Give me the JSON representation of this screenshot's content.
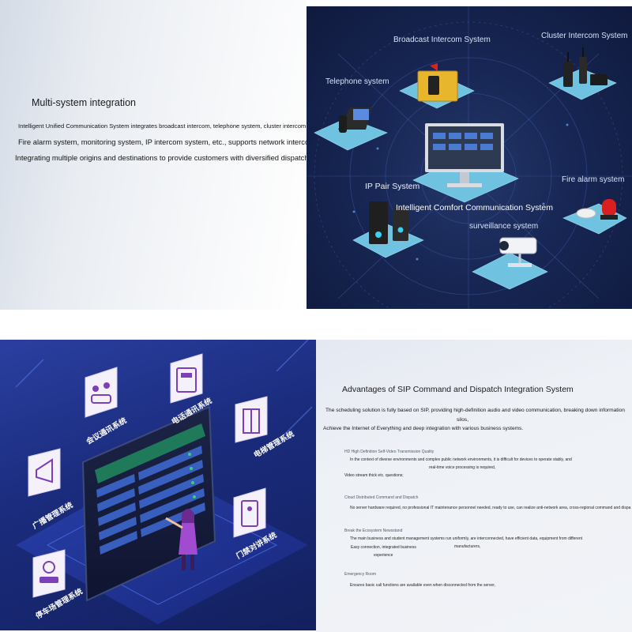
{
  "multi_system": {
    "title": "Multi-system integration",
    "line_1": "Intelligent Unified Communication System integrates broadcast intercom, telephone system, cluster intercom syste",
    "line_2": "Fire alarm system, monitoring system, IP intercom system, etc., supports network interconnection",
    "line_3": "Integrating multiple origins and destinations to provide customers with diversified dispatch services"
  },
  "diagram": {
    "labels": {
      "broadcast_intercom": "Broadcast Intercom System",
      "cluster_intercom": "Cluster Intercom System",
      "telephone": "Telephone system",
      "fire_alarm": "Fire alarm system",
      "ip_pair": "IP Pair System",
      "comfort_communication": "Intelligent Comfort Communication System",
      "surveillance": "surveillance system"
    },
    "colors": {
      "background": "#172654",
      "platform": "#6fc2e0",
      "line": "#3a5aa6"
    }
  },
  "iso_illustration": {
    "labels": {
      "meeting": "会议通讯系统",
      "phone": "电话通讯系统",
      "elevator": "电梯管理系统",
      "broadcast": "广播管理系统",
      "access": "门禁对讲系统",
      "parking": "停车场管理系统"
    },
    "icons": [
      "meeting-icon",
      "fax-phone-icon",
      "elevator-icon",
      "megaphone-icon",
      "door-intercom-icon",
      "parking-car-icon"
    ],
    "colors": {
      "background": "#1a2b7c",
      "card": "#f4f1fb",
      "icon": "#7b3fb8",
      "figure": "#a14bd1"
    }
  },
  "sip": {
    "title": "Advantages of SIP Command and Dispatch Integration System",
    "intro_1": "The scheduling solution is fully based on SIP, providing high-definition audio and video communication, breaking down information",
    "intro_2": "silos,",
    "intro_3": "Achieve the Internet of Everything and deep integration with various business systems.",
    "advantages": [
      {
        "head": "HD High Definition Self-Video Transmission Quality",
        "lines": [
          "In the context of diverse environments and complex public network environments, it is difficult for devices to operate stably, and",
          "real-time voice processing is required,",
          "Video stream thick etc. questions;"
        ]
      },
      {
        "head": "Cloud Distributed Command and Dispatch",
        "lines": [
          "No server hardware required, no professional IT maintenance personnel needed, ready to use, can realize anti-network area, cross-regional command and dispa"
        ]
      },
      {
        "head": "Break the Ecosystem Newsstand",
        "lines": [
          "The main business and student management systems run uniformly, are interconnected, have efficient data, equipment from different",
          "manufacturers,",
          "Easy connection, integrated business",
          "experience"
        ]
      },
      {
        "head": "Emergency Room",
        "lines": [
          "Ensures basic call functions are available even when disconnected from the server,"
        ]
      }
    ]
  }
}
